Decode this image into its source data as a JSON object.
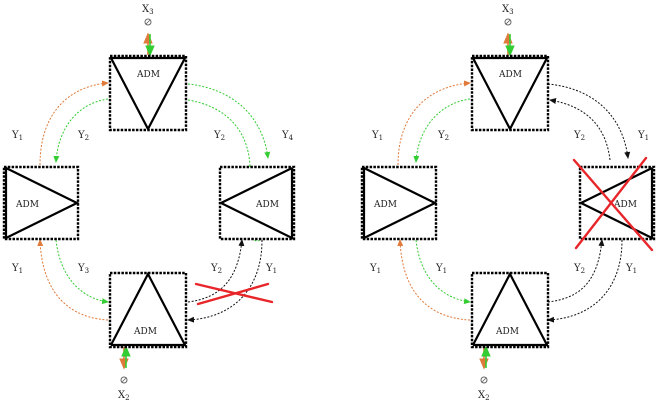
{
  "colors": {
    "orange": "#e07a3a",
    "green": "#33cc33",
    "black": "#111111",
    "red": "#e8262a"
  },
  "icons": {
    "terminal": "hollow-circle-terminal-icon",
    "failure": "red-x-cross-icon"
  },
  "diagrams": [
    {
      "adm_labels": {
        "top": "ADM",
        "left": "ADM",
        "right": "ADM",
        "bottom": "ADM"
      },
      "terminals": {
        "top": {
          "name": "X",
          "sub": "3"
        },
        "bottom": {
          "name": "X",
          "sub": "2"
        }
      },
      "signal_labels": {
        "top_left": {
          "name": "Y",
          "sub": "1"
        },
        "top_inner_left": {
          "name": "Y",
          "sub": "2"
        },
        "top_inner_right": {
          "name": "Y",
          "sub": "2"
        },
        "top_right": {
          "name": "Y",
          "sub": "4"
        },
        "bottom_left": {
          "name": "Y",
          "sub": "1"
        },
        "bottom_inner_left": {
          "name": "Y",
          "sub": "3"
        },
        "bottom_inner_right": {
          "name": "Y",
          "sub": "2"
        },
        "bottom_right": {
          "name": "Y",
          "sub": "1"
        }
      }
    },
    {
      "adm_labels": {
        "top": "ADM",
        "left": "ADM",
        "right": "ADM",
        "bottom": "ADM"
      },
      "terminals": {
        "top": {
          "name": "X",
          "sub": "3"
        },
        "bottom": {
          "name": "X",
          "sub": "2"
        }
      },
      "signal_labels": {
        "top_left": {
          "name": "Y",
          "sub": "1"
        },
        "top_inner_left": {
          "name": "Y",
          "sub": "2"
        },
        "top_inner_right": {
          "name": "Y",
          "sub": "2"
        },
        "top_right": {
          "name": "Y",
          "sub": "1"
        },
        "bottom_left": {
          "name": "Y",
          "sub": "1"
        },
        "bottom_inner_left": {
          "name": "Y",
          "sub": "1"
        },
        "bottom_inner_right": {
          "name": "Y",
          "sub": "2"
        },
        "bottom_right": {
          "name": "Y",
          "sub": "1"
        }
      }
    }
  ]
}
